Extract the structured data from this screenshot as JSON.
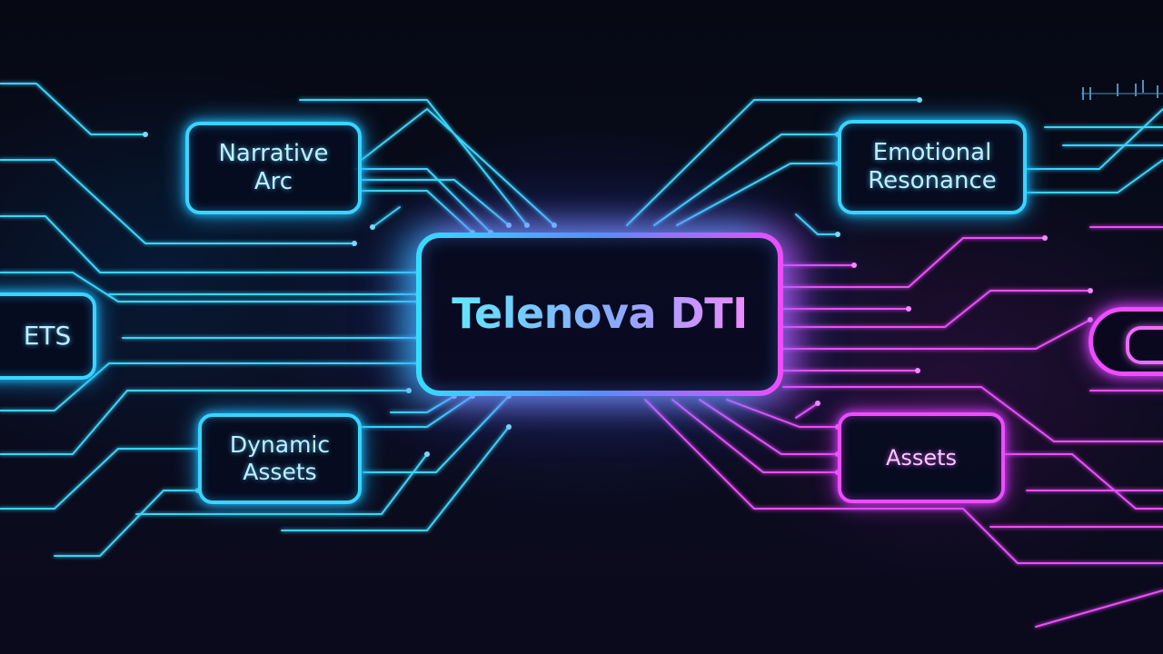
{
  "diagram": {
    "center": {
      "label": "Telenova DTI"
    },
    "nodes": {
      "narrative_arc": {
        "label": "Narrative\nArc"
      },
      "dynamic_assets": {
        "label": "Dynamic\nAssets"
      },
      "ets": {
        "label": "ETS"
      },
      "emotional_resonance": {
        "label": "Emotional\nResonance"
      },
      "assets": {
        "label": "Assets"
      }
    }
  },
  "colors": {
    "cyan": "#39d5ff",
    "magenta": "#ee4dff",
    "background": "#05070f"
  }
}
